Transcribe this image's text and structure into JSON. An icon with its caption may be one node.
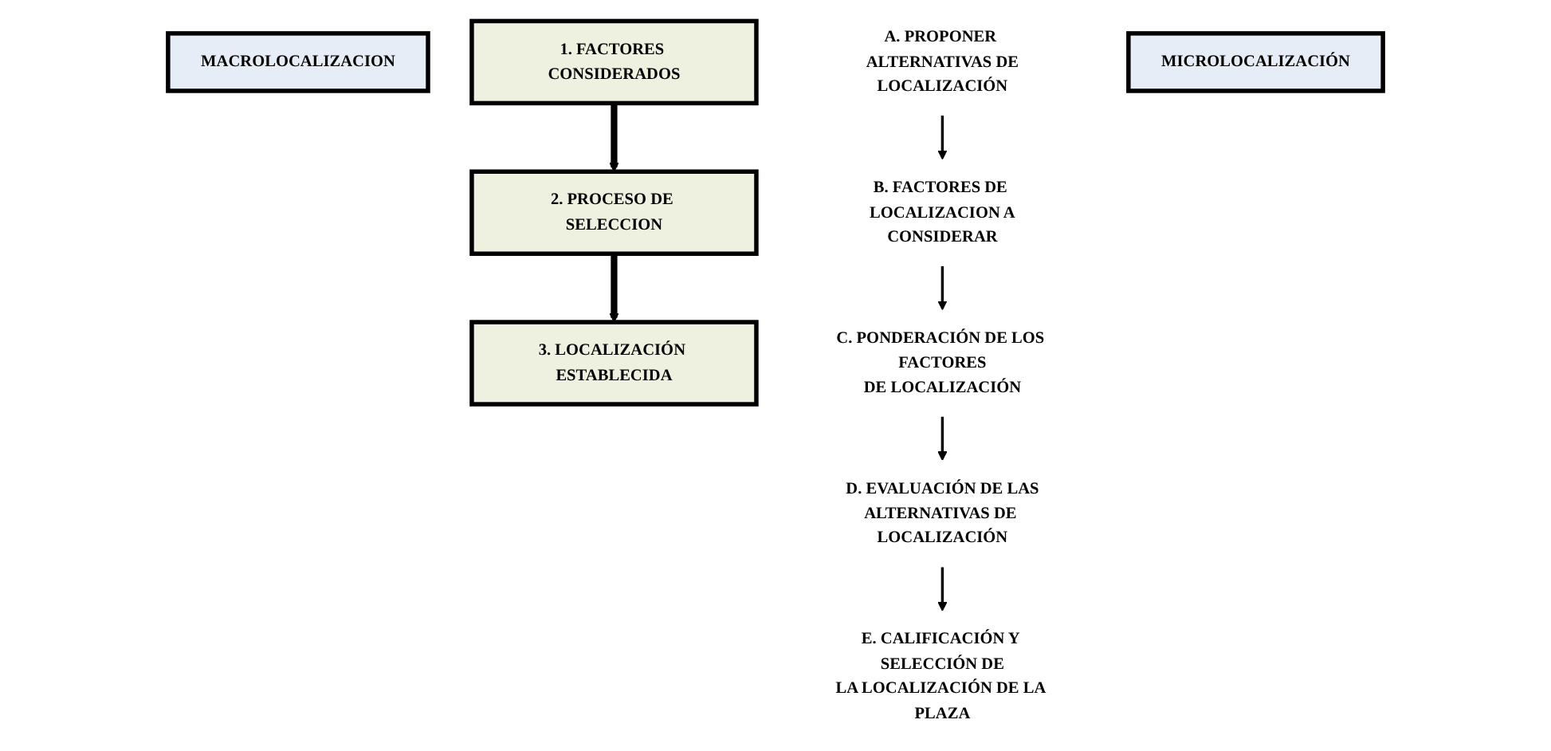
{
  "diagram": {
    "nodes": [
      {
        "text": [
          "MACROLOCALIZACION"
        ]
      },
      {
        "text": [
          "1. FACTORES CONSIDERADOS"
        ]
      },
      {
        "text": [
          "2. PROCESO DE SELECCION"
        ]
      },
      {
        "text": [
          "3. LOCALIZACIÓN ESTABLECIDA"
        ]
      },
      {
        "text": [
          "A. PROPONER ALTERNATIVAS DE LOCALIZACIÓN"
        ]
      },
      {
        "text": [
          "B. FACTORES DE LOCALIZACION A CONSIDERAR"
        ]
      },
      {
        "text": [
          "C. PONDERACIÓN DE LOS FACTORES DE LOCALIZACIÓN"
        ]
      },
      {
        "text": [
          "D. EVALUACIÓN DE LAS ALTERNATIVAS DE LOCALIZACIÓN"
        ]
      },
      {
        "text": [
          "E. CALIFICACIÓN Y SELECCIÓN DE LA LOCALIZACIÓN DE LA PLAZA"
        ]
      },
      {
        "text": [
          "MICROLOCALIZACIÓN"
        ]
      }
    ],
    "edges": [
      {
        "from": 1,
        "to": 2,
        "arrow": "to",
        "style": "thick"
      },
      {
        "from": 2,
        "to": 3,
        "arrow": "to",
        "style": "thick"
      },
      {
        "from": 4,
        "to": 5,
        "arrow": "to"
      },
      {
        "from": 5,
        "to": 6,
        "arrow": "to"
      },
      {
        "from": 6,
        "to": 7,
        "arrow": "to"
      },
      {
        "from": 7,
        "to": 8,
        "arrow": "to"
      }
    ]
  }
}
